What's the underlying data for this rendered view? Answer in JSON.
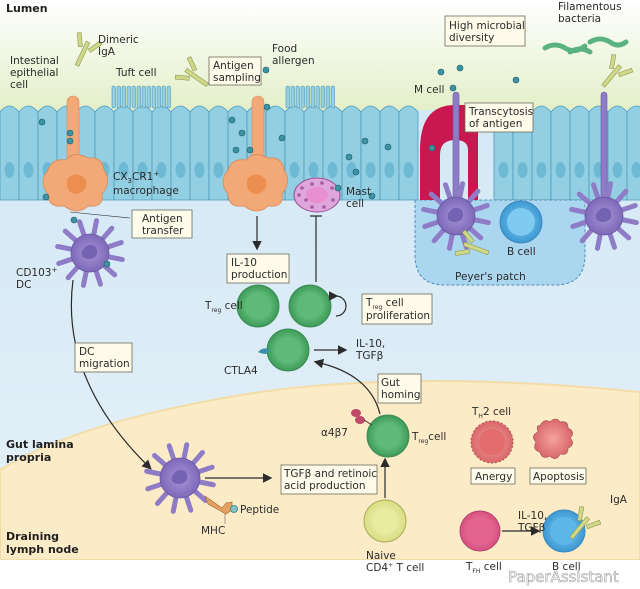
{
  "regions": {
    "lumen": "Lumen",
    "gut_lamina_propria": [
      "Gut lamina",
      "propria"
    ],
    "draining_lymph_node": [
      "Draining",
      "lymph node"
    ]
  },
  "labels": {
    "intestinal_epithelial_cell": [
      "Intestinal",
      "epithelial",
      "cell"
    ],
    "dimeric_iga": [
      "Dimeric",
      "IgA"
    ],
    "tuft_cell": "Tuft cell",
    "food_allergen": [
      "Food",
      "allergen"
    ],
    "m_cell": "M cell",
    "filamentous_bacteria": [
      "Filamentous",
      "bacteria"
    ],
    "cx3cr1_macrophage": {
      "main": "CX",
      "sub": "3",
      "rest": "CR1",
      "sup": "+",
      "line2": "macrophage"
    },
    "cd103_dc": {
      "main": "CD103",
      "sup": "+",
      "line2": "DC"
    },
    "mast_cell": [
      "Mast",
      "cell"
    ],
    "b_cell_peyers": "B cell",
    "peyers_patch": "Peyer's patch",
    "treg_cell_left": {
      "main": "T",
      "sub": "reg",
      "rest": " cell"
    },
    "ctla4": "CTLA4",
    "il10_tgfb": [
      "IL-10,",
      "TGFβ"
    ],
    "alpha4beta7": "α4β7",
    "treg_cell_node": {
      "main": "T",
      "sub": "reg",
      "rest": "cell"
    },
    "th2_cell": {
      "main": "T",
      "sub": "H",
      "rest": "2 cell"
    },
    "mhc": "MHC",
    "peptide": "Peptide",
    "naive_cd4": {
      "line1": "Naive",
      "main": "CD4",
      "sup": "+",
      "rest": " T cell"
    },
    "tfh_cell": {
      "main": "T",
      "sub": "FH",
      "rest": " cell"
    },
    "il10_tgfb_bottom": [
      "IL-10,",
      "TGFβ"
    ],
    "b_cell_bottom": "B cell",
    "iga_bottom": "IgA"
  },
  "boxes": {
    "antigen_sampling": [
      "Antigen",
      "sampling"
    ],
    "high_microbial_diversity": [
      "High microbial",
      "diversity"
    ],
    "transcytosis_of_antigen": [
      "Transcytosis",
      "of antigen"
    ],
    "antigen_transfer": [
      "Antigen",
      "transfer"
    ],
    "il10_production": [
      "IL-10",
      "production"
    ],
    "treg_proliferation": {
      "main": "T",
      "sub": "reg",
      "rest": " cell",
      "line2": "proliferation"
    },
    "dc_migration": [
      "DC",
      "migration"
    ],
    "gut_homing": [
      "Gut",
      "homing"
    ],
    "tgfb_retinoic": [
      "TGFβ and retinoic",
      "acid production"
    ],
    "anergy": "Anergy",
    "apoptosis": "Apoptosis"
  },
  "watermark": "PaperAssistant",
  "colors": {
    "lumen_bg": "#eef3dc",
    "lamina_bg": "#d8eaf6",
    "lymph_node_bg": "#fcecc8",
    "epithelium": "#8ccbe0",
    "epithelium_dark": "#5aa7c4",
    "macrophage": "#f3a878",
    "dendritic_cell": "#8f7cc6",
    "treg": "#5fb978",
    "m_cell": "#c8184f",
    "peyers_patch": "#a9d4ee",
    "b_cell": "#4aa8e0",
    "mast_cell": "#d98ad0",
    "th2": "#e87d7d",
    "naive_t": "#e9ec9a",
    "tfh": "#e86a93",
    "antigen": "#3b93a6",
    "igA": "#bcc972",
    "bacteria": "#5ab281"
  }
}
